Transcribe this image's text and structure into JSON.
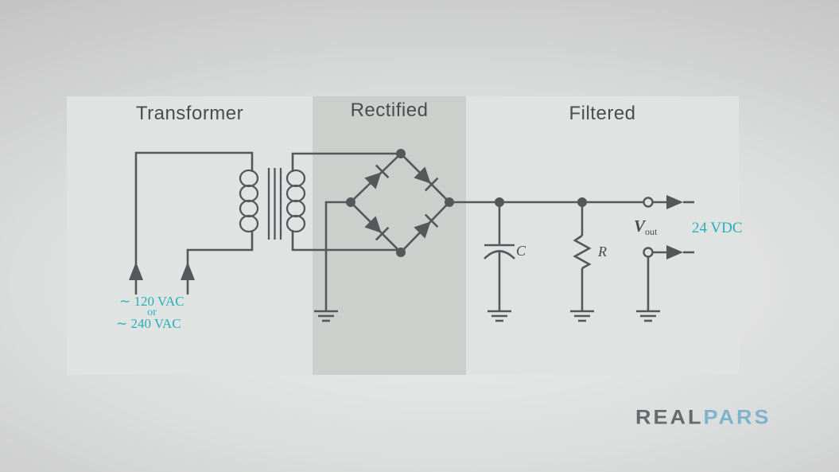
{
  "sections": {
    "transformer": {
      "label": "Transformer"
    },
    "rectified": {
      "label": "Rectified"
    },
    "filtered": {
      "label": "Filtered"
    }
  },
  "labels": {
    "input_line1": "∼ 120 VAC",
    "input_or": "or",
    "input_line2": "∼ 240 VAC",
    "capacitor": "C",
    "resistor": "R",
    "vout_main": "V",
    "vout_sub": "out",
    "output_voltage": "24 VDC"
  },
  "logo": {
    "part1": "REAL",
    "part2": "PARS"
  },
  "colors": {
    "panel": "#dfe4e2",
    "band": "#cdcfcc",
    "wire": "#54585a",
    "title": "#4b4c4e",
    "label": "#474b4d",
    "accent": "#2aadb9",
    "logo-gray": "#67696b",
    "logo-blue": "#7db4ca"
  }
}
